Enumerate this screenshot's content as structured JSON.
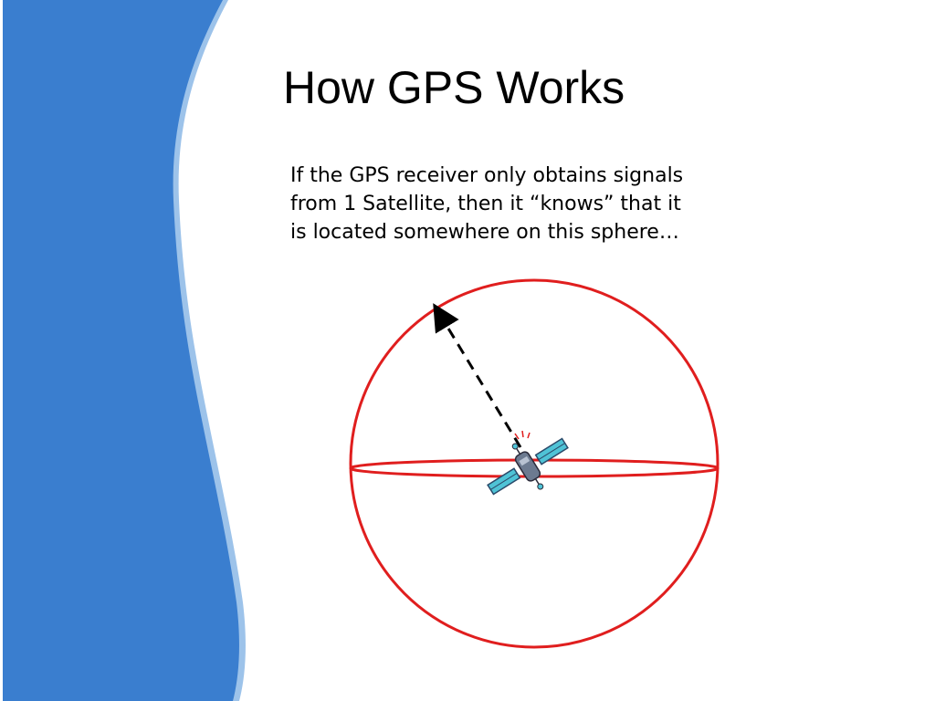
{
  "slide": {
    "title": "How GPS Works",
    "body_lines": [
      "If the GPS receiver only obtains signals",
      "from 1 Satellite, then it “knows” that it",
      "is located somewhere on this sphere…"
    ]
  },
  "colors": {
    "side_band_blue": "#3a7ecf",
    "side_band_light": "#9dc3ea",
    "sphere_red": "#e01e1e",
    "satellite_panel": "#4fc3d6",
    "satellite_body": "#6c7a90"
  },
  "diagram": {
    "sphere_icon": "sphere-outline",
    "satellite_icon": "satellite-icon",
    "arrow": "dashed-radius-arrow"
  }
}
